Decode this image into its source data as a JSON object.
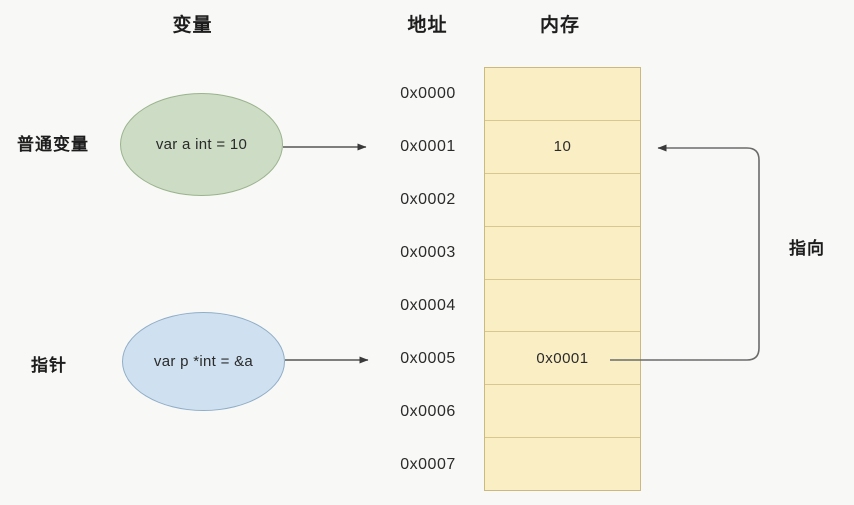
{
  "headers": {
    "variable": "变量",
    "address": "地址",
    "memory": "内存"
  },
  "row_labels": {
    "plain_variable": "普通变量",
    "pointer": "指针"
  },
  "nodes": {
    "variable_decl": "var a int = 10",
    "pointer_decl": "var p *int = &a"
  },
  "colors": {
    "background": "#f8f8f6",
    "variable_fill": "#cddcc4",
    "variable_stroke": "#9ab38d",
    "pointer_fill": "#cfe1f1",
    "pointer_stroke": "#8fadc7",
    "memory_fill": "#faeec5",
    "memory_stroke": "#cbb97e",
    "memory_divider": "#d8c88f",
    "arrow": "#555555",
    "text": "#1d1d1d"
  },
  "memory_table": {
    "columns": [
      "地址",
      "内存"
    ],
    "rows": [
      {
        "address": "0x0000",
        "value": ""
      },
      {
        "address": "0x0001",
        "value": "10"
      },
      {
        "address": "0x0002",
        "value": ""
      },
      {
        "address": "0x0003",
        "value": ""
      },
      {
        "address": "0x0004",
        "value": ""
      },
      {
        "address": "0x0005",
        "value": "0x0001"
      },
      {
        "address": "0x0006",
        "value": ""
      },
      {
        "address": "0x0007",
        "value": ""
      }
    ]
  },
  "annotations": {
    "points_to": "指向"
  }
}
